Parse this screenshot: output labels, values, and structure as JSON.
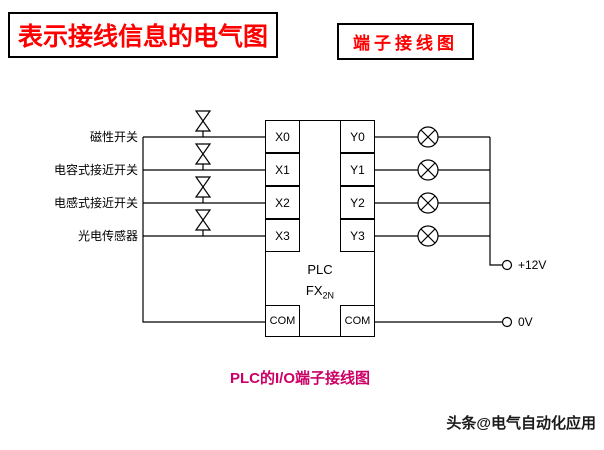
{
  "header": {
    "main_title": "表示接线信息的电气图",
    "sub_title": "端子接线图"
  },
  "sensors": [
    "磁性开关",
    "电容式接近开关",
    "电感式接近开关",
    "光电传感器"
  ],
  "plc": {
    "name": "PLC",
    "model_prefix": "FX",
    "model_sub": "2N",
    "inputs": [
      "X0",
      "X1",
      "X2",
      "X3"
    ],
    "outputs": [
      "Y0",
      "Y1",
      "Y2",
      "Y3"
    ],
    "com_left": "COM",
    "com_right": "COM"
  },
  "power": {
    "positive": "+12V",
    "zero": "0V"
  },
  "caption": "PLC的I/O端子接线图",
  "watermark": "头条@电气自动化应用",
  "colors": {
    "title_red": "#ff0000",
    "caption_magenta": "#cc0066",
    "line_black": "#000000",
    "watermark_dark": "#1a1a1a"
  }
}
